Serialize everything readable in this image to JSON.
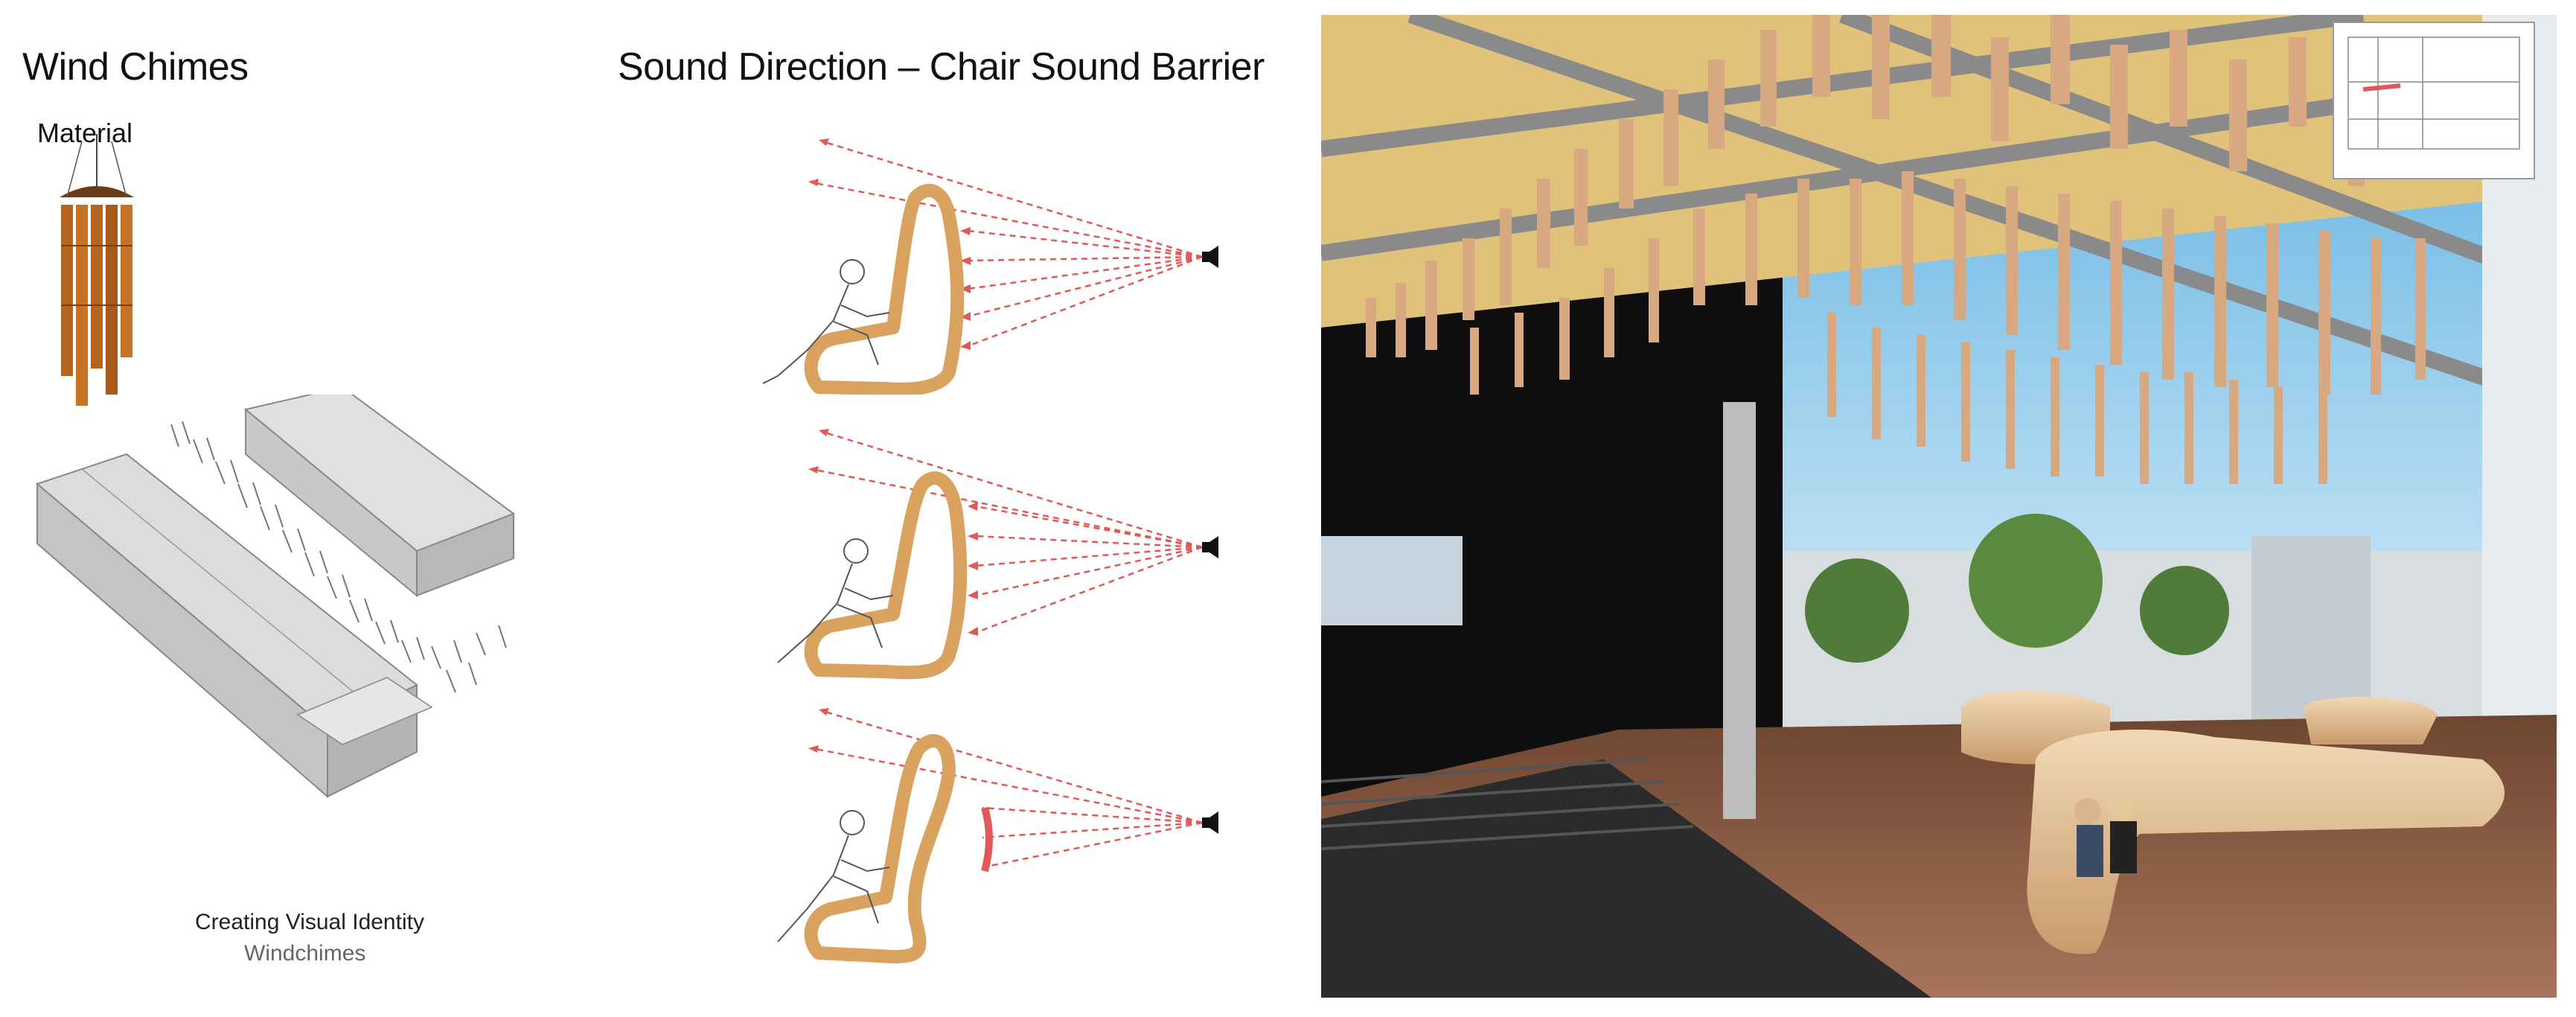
{
  "left_panel": {
    "title": "Wind Chimes",
    "material_label": "Material",
    "caption_title": "Creating Visual Identity",
    "caption_sub": "Windchimes"
  },
  "middle_panel": {
    "title": "Sound Direction – Chair Sound Barrier",
    "diagrams": [
      {
        "arrow_color": "#e05858",
        "variant": "chair-open"
      },
      {
        "arrow_color": "#e05858",
        "variant": "chair-mid"
      },
      {
        "arrow_color": "#e05858",
        "variant": "chair-curved-barrier"
      }
    ]
  },
  "render_panel": {
    "description_image": "architectural render of timber wind chime canopy over seating plaza",
    "inset_map": "site plan key map"
  },
  "colors": {
    "wood": "#d9a25e",
    "wood_light": "#e8c9a0",
    "arrow": "#e05858",
    "sky": "#7fc1e6",
    "floor": "#8a5a3c"
  }
}
